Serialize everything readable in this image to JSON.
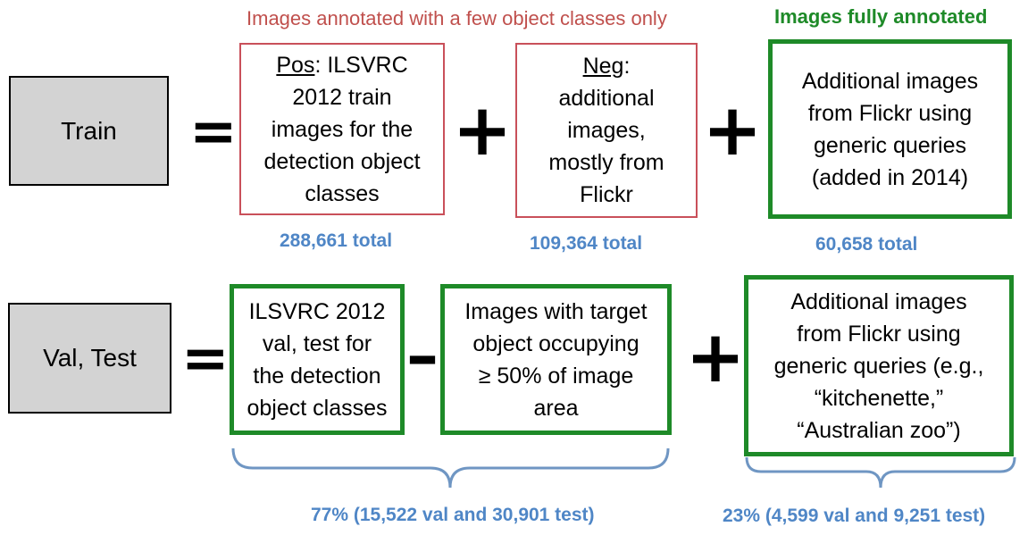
{
  "headers": {
    "partial": "Images annotated with a few object classes only",
    "full": "Images fully annotated"
  },
  "rows": {
    "train": {
      "label": "Train",
      "equals": "=",
      "pos": {
        "title": "Pos",
        "rest_line1": ": ILSVRC",
        "lines": [
          "2012 train",
          "images for the",
          "detection object",
          "classes"
        ]
      },
      "plus1": "+",
      "neg": {
        "title": "Neg",
        "rest_line1": ":",
        "lines": [
          "additional",
          "images,",
          "mostly from",
          "Flickr"
        ]
      },
      "plus2": "+",
      "additional": {
        "lines": [
          "Additional images",
          "from Flickr using",
          "generic queries",
          "(added in 2014)"
        ]
      },
      "totals": [
        "288,661 total",
        "109,364 total",
        "60,658 total"
      ]
    },
    "valtest": {
      "label": "Val, Test",
      "equals": "=",
      "ilsvrc": {
        "lines": [
          "ILSVRC 2012",
          "val, test for",
          "the detection",
          "object classes"
        ]
      },
      "minus": "–",
      "target": {
        "lines": [
          "Images with target",
          "object occupying",
          "≥ 50% of image",
          "area"
        ]
      },
      "plus": "+",
      "additional": {
        "lines": [
          "Additional images",
          "from Flickr using",
          "generic queries  (e.g.,",
          "“kitchenette,”",
          "“Australian zoo”)"
        ]
      },
      "summaries": [
        "77% (15,522 val and 30,901 test)",
        "23% (4,599 val and 9,251 test)"
      ]
    }
  },
  "colors": {
    "red_border": "#c9505a",
    "green_border": "#1e8a28",
    "blue_text": "#4f86c6",
    "label_fill": "#d3d3d3"
  }
}
